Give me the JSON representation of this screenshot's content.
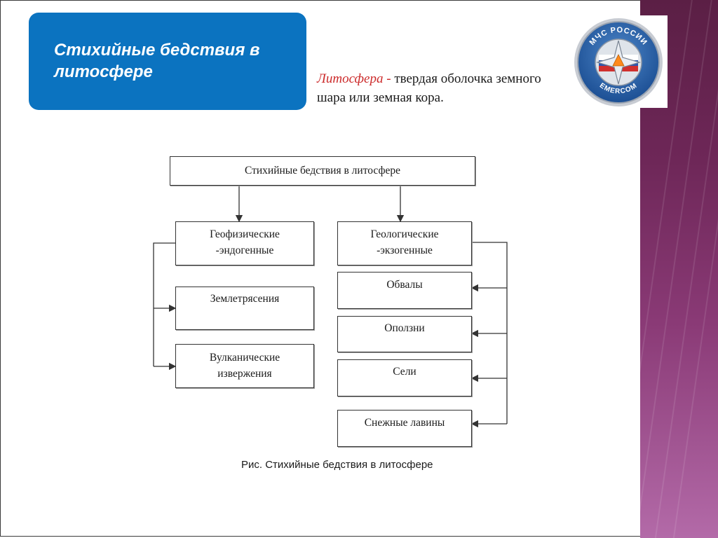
{
  "slide": {
    "title": "Стихийные бедствия в литосфере",
    "definition_term": "Литосфера -",
    "definition_text": " твердая оболочка земного шара или земная кора."
  },
  "emblem": {
    "icon": "emcom-emblem-icon",
    "top_text": "МЧС РОССИИ",
    "bottom_text": "EMERCOM"
  },
  "diagram": {
    "root": "Стихийные бедствия в литосфере",
    "left_group": {
      "header_line1": "Геофизические",
      "header_line2": "-эндогенные",
      "items": [
        {
          "line1": "Землетрясения",
          "line2": ""
        },
        {
          "line1": "Вулканические",
          "line2": "извержения"
        }
      ]
    },
    "right_group": {
      "header_line1": "Геологические",
      "header_line2": "-экзогенные",
      "items": [
        {
          "line1": "Обвалы"
        },
        {
          "line1": "Оползни"
        },
        {
          "line1": "Сели"
        },
        {
          "line1": "Снежные лавины"
        }
      ]
    },
    "caption": "Рис. Стихийные бедствия в литосфере"
  },
  "colors": {
    "title_bg": "#0b73c0",
    "accent_red": "#cc2a2a",
    "band": "#6e2758"
  }
}
